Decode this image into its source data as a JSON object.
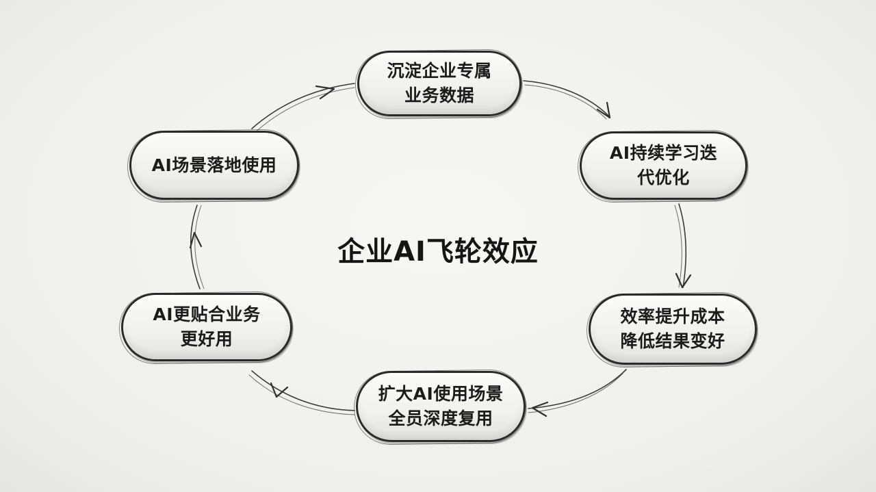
{
  "diagram": {
    "center_title": "企业AI飞轮效应",
    "nodes": {
      "top": "沉淀企业专属\n业务数据",
      "right_upper": "AI持续学习迭\n代优化",
      "right_lower": "效率提升成本\n降低结果变好",
      "bottom": "扩大AI使用场景\n全员深度复用",
      "left_lower": "AI更贴合业务\n更好用",
      "left_upper": "AI场景落地使用"
    },
    "flow_direction": "clockwise"
  }
}
